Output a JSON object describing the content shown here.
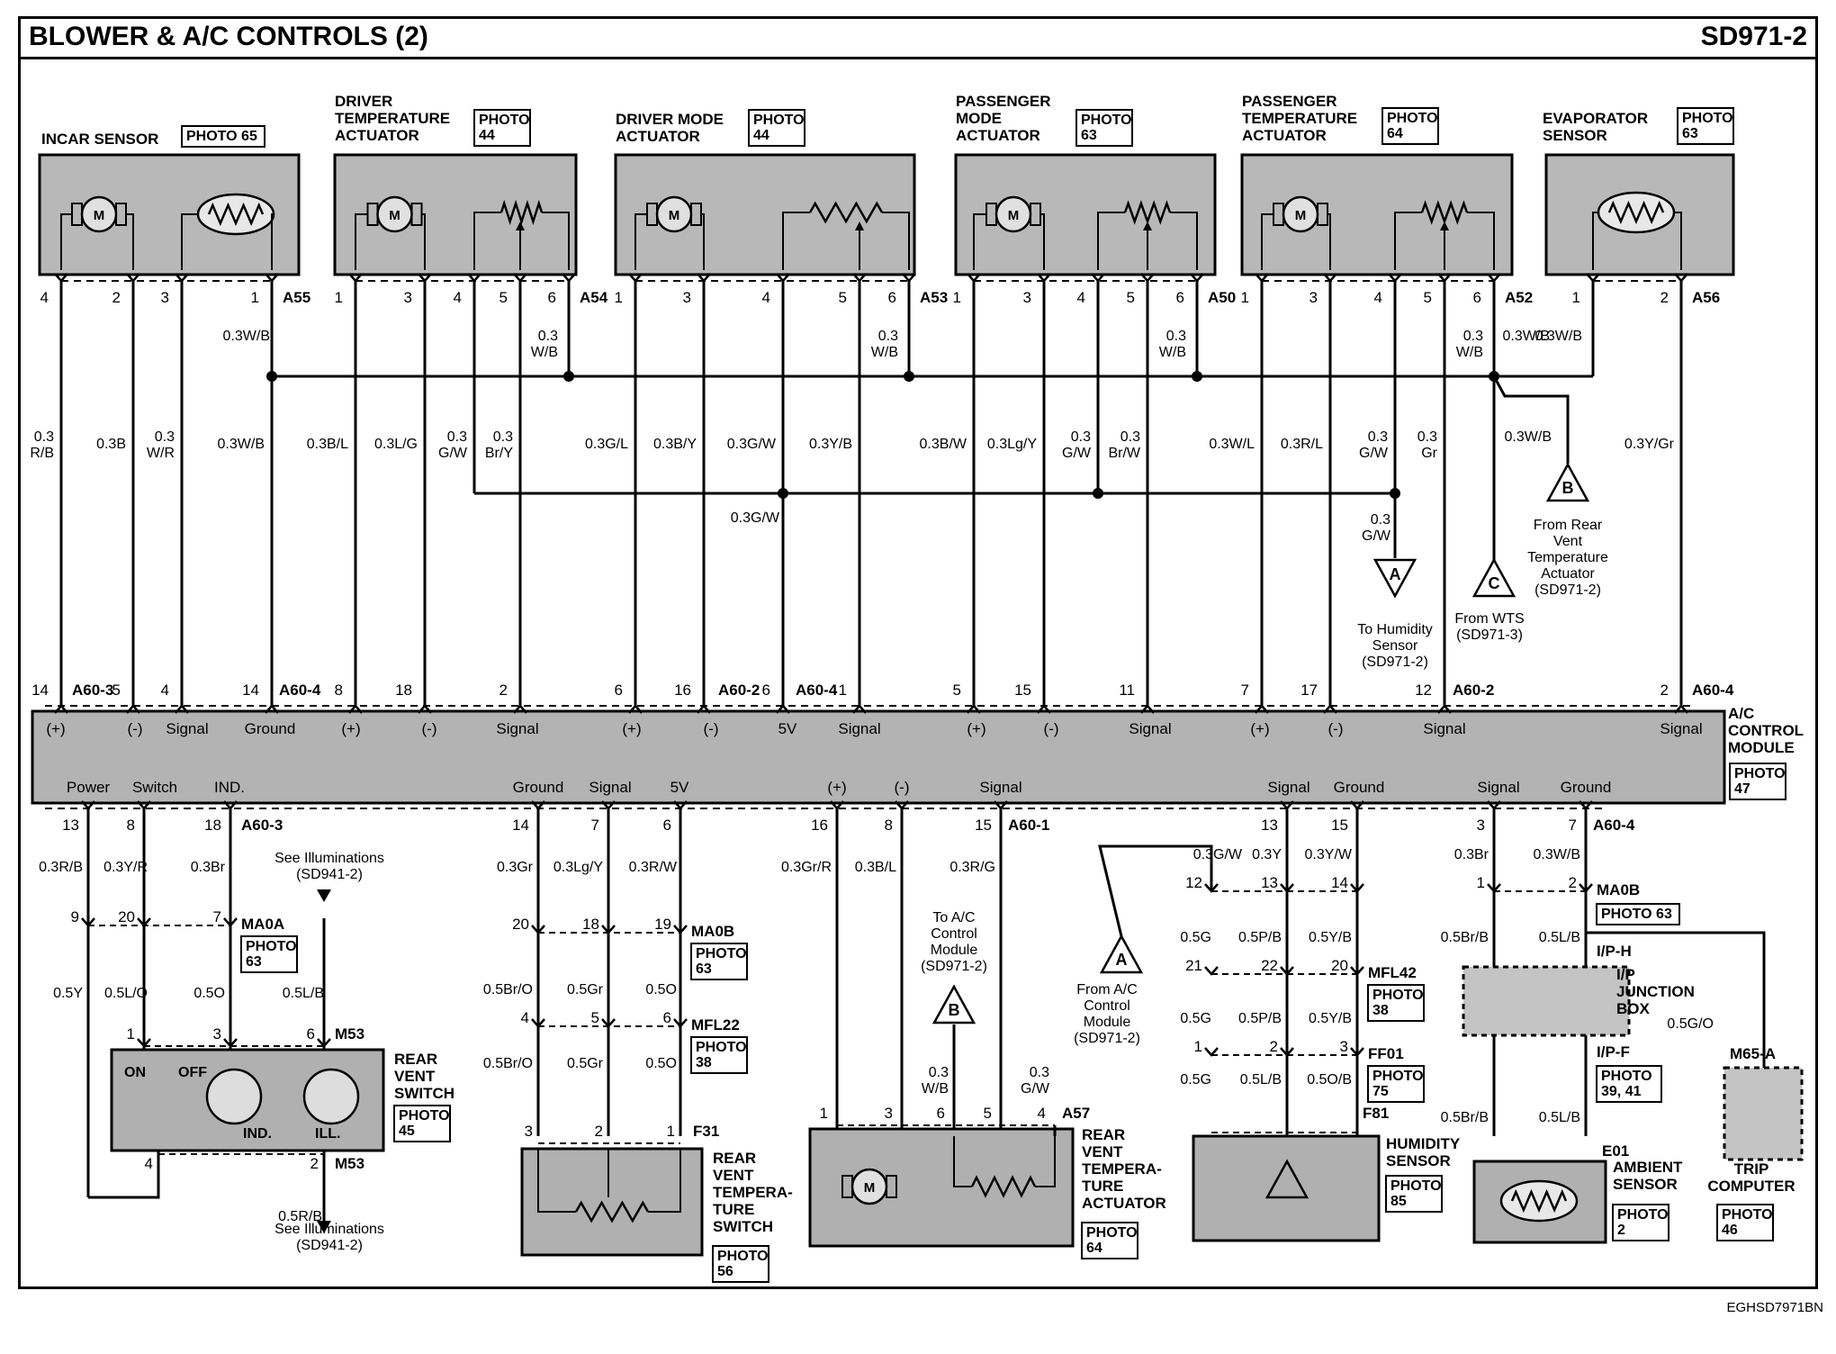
{
  "title": "BLOWER & A/C CONTROLS (2)",
  "code": "SD971-2",
  "footer": "EGHSD7971BN",
  "top_components": [
    {
      "id": "incar",
      "name": [
        "INCAR SENSOR"
      ],
      "photo": [
        "PHOTO 65"
      ],
      "connector": "A55",
      "pins": [
        "4",
        "2",
        "3",
        "1"
      ],
      "kind": "sensor"
    },
    {
      "id": "dta",
      "name": [
        "DRIVER",
        "TEMPERATURE",
        "ACTUATOR"
      ],
      "photo": [
        "PHOTO",
        "44"
      ],
      "connector": "A54",
      "pins": [
        "1",
        "3",
        "4",
        "5",
        "6"
      ],
      "kind": "actuator"
    },
    {
      "id": "dma",
      "name": [
        "DRIVER MODE",
        "ACTUATOR"
      ],
      "photo": [
        "PHOTO",
        "44"
      ],
      "connector": "A53",
      "pins": [
        "1",
        "3",
        "4",
        "5",
        "6"
      ],
      "kind": "actuator"
    },
    {
      "id": "pma",
      "name": [
        "PASSENGER",
        "MODE",
        "ACTUATOR"
      ],
      "photo": [
        "PHOTO",
        "63"
      ],
      "connector": "A50",
      "pins": [
        "1",
        "3",
        "4",
        "5",
        "6"
      ],
      "kind": "actuator"
    },
    {
      "id": "pta",
      "name": [
        "PASSENGER",
        "TEMPERATURE",
        "ACTUATOR"
      ],
      "photo": [
        "PHOTO",
        "64"
      ],
      "connector": "A52",
      "pins": [
        "1",
        "3",
        "4",
        "5",
        "6"
      ],
      "kind": "actuator"
    },
    {
      "id": "evap",
      "name": [
        "EVAPORATOR",
        "SENSOR"
      ],
      "photo": [
        "PHOTO",
        "63"
      ],
      "connector": "A56",
      "pins": [
        "1",
        "2"
      ],
      "kind": "sensor"
    }
  ],
  "top_wires": [
    {
      "label": [
        "0.3",
        "R/B"
      ],
      "cpin": "14"
    },
    {
      "label": [
        "0.3B"
      ],
      "cpin": "5"
    },
    {
      "label": [
        "0.3",
        "W/R"
      ],
      "cpin": "4"
    },
    {
      "label": [
        "0.3W/B"
      ],
      "cpin": "14"
    },
    {
      "label": [
        "0.3B/L"
      ],
      "cpin": "8"
    },
    {
      "label": [
        "0.3L/G"
      ],
      "cpin": "18"
    },
    {
      "label": [
        "0.3",
        "G/W"
      ],
      "cpin": ""
    },
    {
      "label": [
        "0.3",
        "Br/Y"
      ],
      "cpin": "2"
    },
    {
      "label": [
        "0.3",
        "W/B"
      ],
      "cpin": ""
    },
    {
      "label": [
        "0.3G/L"
      ],
      "cpin": "6"
    },
    {
      "label": [
        "0.3B/Y"
      ],
      "cpin": "16"
    },
    {
      "label": [
        "0.3G/W"
      ],
      "cpin": "6"
    },
    {
      "label": [
        "0.3Y/B"
      ],
      "cpin": "1"
    },
    {
      "label": [
        "0.3",
        "W/B"
      ],
      "cpin": ""
    },
    {
      "label": [
        "0.3B/W"
      ],
      "cpin": "5"
    },
    {
      "label": [
        "0.3Lg/Y"
      ],
      "cpin": "15"
    },
    {
      "label": [
        "0.3",
        "G/W"
      ],
      "cpin": ""
    },
    {
      "label": [
        "0.3",
        "Br/W"
      ],
      "cpin": "11"
    },
    {
      "label": [
        "0.3",
        "W/B"
      ],
      "cpin": ""
    },
    {
      "label": [
        "0.3W/L"
      ],
      "cpin": "7"
    },
    {
      "label": [
        "0.3R/L"
      ],
      "cpin": "17"
    },
    {
      "label": [
        "0.3",
        "G/W"
      ],
      "cpin": ""
    },
    {
      "label": [
        "0.3",
        "Gr"
      ],
      "cpin": "12"
    },
    {
      "label": [
        "0.3",
        "W/B"
      ],
      "cpin": ""
    },
    {
      "label": [
        "0.3W/B"
      ],
      "cpin": ""
    },
    {
      "label": [
        "0.3Y/Gr"
      ],
      "cpin": "2"
    }
  ],
  "top_labels_extra": {
    "wb_main": "0.3W/B",
    "wb_right": "0.3W/B",
    "gw_mid": "0.3G/W",
    "gw_a": [
      "0.3",
      "G/W"
    ],
    "wb_rear": "0.3W/B"
  },
  "module_connectors_top": [
    "A60-3",
    "A60-4",
    "A60-2",
    "A60-4",
    "A60-2",
    "A60-4"
  ],
  "module_signals_top": [
    "(+)",
    "(-)",
    "Signal",
    "Ground",
    "(+)",
    "(-)",
    "Signal",
    "(+)",
    "(-)",
    "5V",
    "Signal",
    "(+)",
    "(-)",
    "Signal",
    "(+)",
    "(-)",
    "Signal",
    "Signal"
  ],
  "module_signals_bottom": [
    "Power",
    "Switch",
    "IND.",
    "Ground",
    "Signal",
    "5V",
    "(+)",
    "(-)",
    "Signal",
    "Signal",
    "Ground",
    "Signal",
    "Ground"
  ],
  "module_name": [
    "A/C",
    "CONTROL",
    "MODULE"
  ],
  "module_photo": [
    "PHOTO",
    "47"
  ],
  "module_connectors_bottom": [
    "A60-3",
    "A60-1",
    "A60-4"
  ],
  "refs": {
    "A_to": [
      "To Humidity",
      "Sensor",
      "(SD971-2)"
    ],
    "C_from": [
      "From WTS",
      "(SD971-3)"
    ],
    "B_from": [
      "From Rear",
      "Vent",
      "Temperature",
      "Actuator",
      "(SD971-2)"
    ],
    "B_to": [
      "To A/C",
      "Control",
      "Module",
      "(SD971-2)"
    ],
    "A_from": [
      "From A/C",
      "Control",
      "Module",
      "(SD971-2)"
    ],
    "illum_top": [
      "See Illuminations",
      "(SD941-2)"
    ],
    "illum_bottom": [
      "See Illuminations",
      "(SD941-2)"
    ]
  },
  "bottom_components": [
    {
      "id": "rvs",
      "name": [
        "REAR",
        "VENT",
        "SWITCH"
      ],
      "photo": [
        "PHOTO",
        "45"
      ],
      "connector": "M53",
      "labels": [
        "ON",
        "OFF",
        "IND.",
        "ILL."
      ]
    },
    {
      "id": "rvts",
      "name": [
        "REAR",
        "VENT",
        "TEMPERA-",
        "TURE",
        "SWITCH"
      ],
      "photo": [
        "PHOTO",
        "56"
      ],
      "connector": "F31"
    },
    {
      "id": "rvta",
      "name": [
        "REAR",
        "VENT",
        "TEMPERA-",
        "TURE",
        "ACTUATOR"
      ],
      "photo": [
        "PHOTO",
        "64"
      ],
      "connector": "A57"
    },
    {
      "id": "hum",
      "name": [
        "HUMIDITY",
        "SENSOR"
      ],
      "photo": [
        "PHOTO",
        "85"
      ],
      "connector": "F81"
    },
    {
      "id": "amb",
      "name": [
        "AMBIENT",
        "SENSOR"
      ],
      "photo": [
        "PHOTO",
        "2"
      ],
      "connector": "E01"
    },
    {
      "id": "trip",
      "name": [
        "TRIP",
        "COMPUTER"
      ],
      "photo": [
        "PHOTO",
        "46"
      ],
      "connector": "M65-A"
    },
    {
      "id": "ipj",
      "name": [
        "I/P",
        "JUNCTION",
        "BOX"
      ]
    }
  ],
  "bottom_connectors": {
    "MA0A": "MA0A",
    "MA0A_photo": [
      "PHOTO",
      "63"
    ],
    "MA0B": "MA0B",
    "MA0B_photo": [
      "PHOTO",
      "63"
    ],
    "MA0B2": "MA0B",
    "MA0B2_photo": "PHOTO 63",
    "MFL22": "MFL22",
    "MFL22_photo": [
      "PHOTO",
      "38"
    ],
    "MFL42": "MFL42",
    "MFL42_photo": [
      "PHOTO",
      "38"
    ],
    "FF01": "FF01",
    "FF01_photo": [
      "PHOTO",
      "75"
    ],
    "IPH": "I/P-H",
    "IPF": "I/P-F",
    "IPF_photo": [
      "PHOTO",
      "39, 41"
    ],
    "M53b": "M53"
  }
}
